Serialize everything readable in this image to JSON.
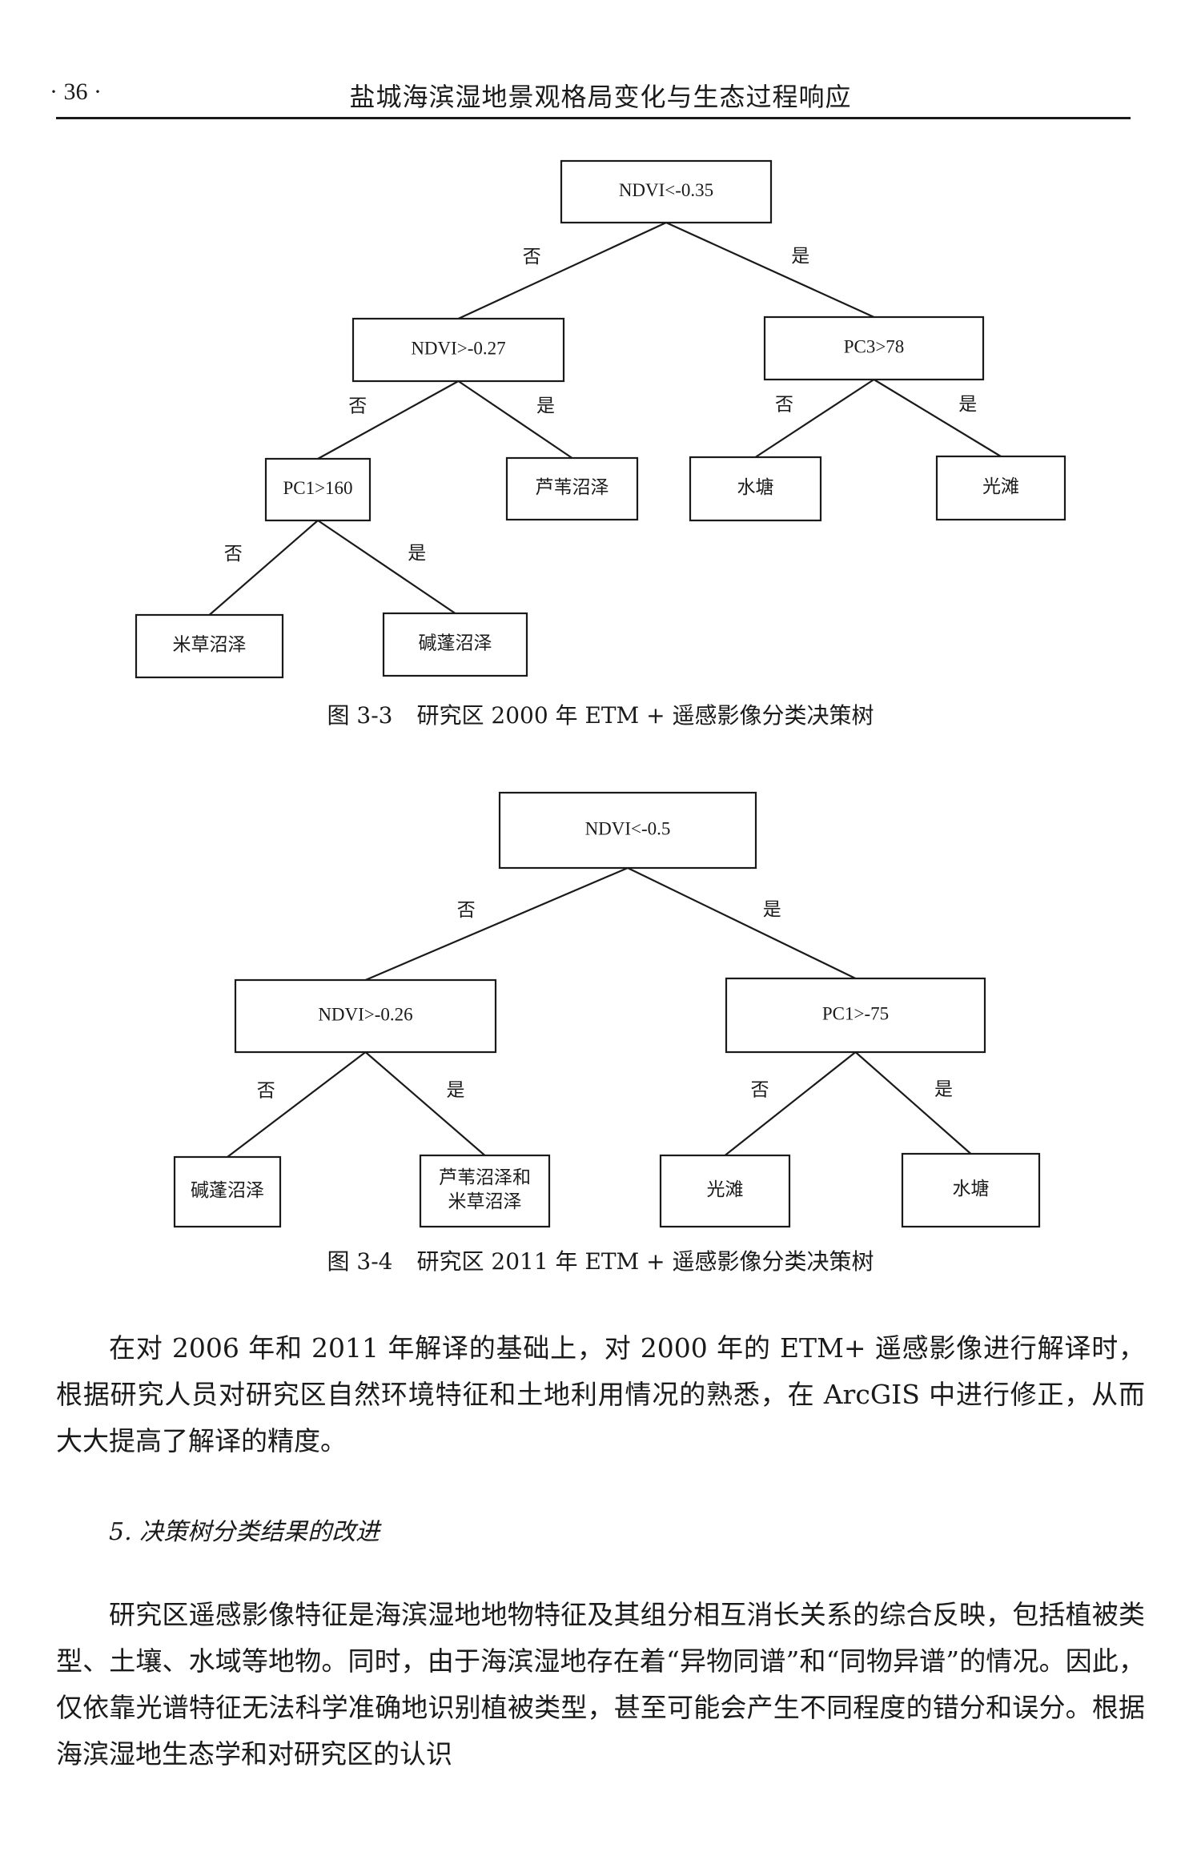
{
  "header": {
    "page_number": "· 36 ·",
    "running_title": "盐城海滨湿地景观格局变化与生态过程响应"
  },
  "figures": [
    {
      "id": "fig-3-3",
      "caption_number": "图 3-3",
      "caption_text": "研究区 2000 年 ETM + 遥感影像分类决策树",
      "edge_labels": {
        "no": "否",
        "yes": "是"
      },
      "nodes": [
        {
          "id": "root",
          "label": "NDVI<-0.35"
        },
        {
          "id": "n1",
          "label": "NDVI>-0.27",
          "parent": "root",
          "branch": "no"
        },
        {
          "id": "n2",
          "label": "PC3>78",
          "parent": "root",
          "branch": "yes"
        },
        {
          "id": "n3",
          "label": "PC1>160",
          "parent": "n1",
          "branch": "no"
        },
        {
          "id": "n4",
          "label": "芦苇沼泽",
          "parent": "n1",
          "branch": "yes"
        },
        {
          "id": "n5",
          "label": "水塘",
          "parent": "n2",
          "branch": "no"
        },
        {
          "id": "n6",
          "label": "光滩",
          "parent": "n2",
          "branch": "yes"
        },
        {
          "id": "n7",
          "label": "米草沼泽",
          "parent": "n3",
          "branch": "no"
        },
        {
          "id": "n8",
          "label": "碱蓬沼泽",
          "parent": "n3",
          "branch": "yes"
        }
      ]
    },
    {
      "id": "fig-3-4",
      "caption_number": "图 3-4",
      "caption_text": "研究区 2011 年 ETM + 遥感影像分类决策树",
      "edge_labels": {
        "no": "否",
        "yes": "是"
      },
      "nodes": [
        {
          "id": "root",
          "label": "NDVI<-0.5"
        },
        {
          "id": "n1",
          "label": "NDVI>-0.26",
          "parent": "root",
          "branch": "no"
        },
        {
          "id": "n2",
          "label": "PC1>-75",
          "parent": "root",
          "branch": "yes"
        },
        {
          "id": "n3",
          "label": "碱蓬沼泽",
          "parent": "n1",
          "branch": "no"
        },
        {
          "id": "n4",
          "label": "芦苇沼泽和\n米草沼泽",
          "parent": "n1",
          "branch": "yes"
        },
        {
          "id": "n5",
          "label": "光滩",
          "parent": "n2",
          "branch": "no"
        },
        {
          "id": "n6",
          "label": "水塘",
          "parent": "n2",
          "branch": "yes"
        }
      ]
    }
  ],
  "body": {
    "paragraph_1": "在对 2006 年和 2011 年解译的基础上，对 2000 年的 ETM+ 遥感影像进行解译时，根据研究人员对研究区自然环境特征和土地利用情况的熟悉，在 ArcGIS 中进行修正，从而大大提高了解译的精度。",
    "section_heading": "5. 决策树分类结果的改进",
    "paragraph_2": "研究区遥感影像特征是海滨湿地地物特征及其组分相互消长关系的综合反映，包括植被类型、土壤、水域等地物。同时，由于海滨湿地存在着“异物同谱”和“同物异谱”的情况。因此，仅依靠光谱特征无法科学准确地识别植被类型，甚至可能会产生不同程度的错分和误分。根据海滨湿地生态学和对研究区的认识"
  }
}
